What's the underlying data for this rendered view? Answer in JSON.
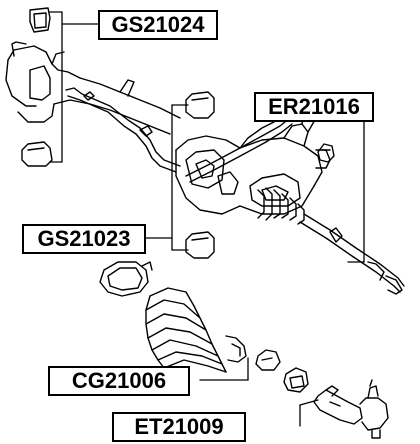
{
  "labels": {
    "gs21024": "GS21024",
    "er21016": "ER21016",
    "gs21023": "GS21023",
    "cg21006": "CG21006",
    "et21009": "ET21009"
  },
  "colors": {
    "line": "#000000",
    "background": "#ffffff"
  }
}
